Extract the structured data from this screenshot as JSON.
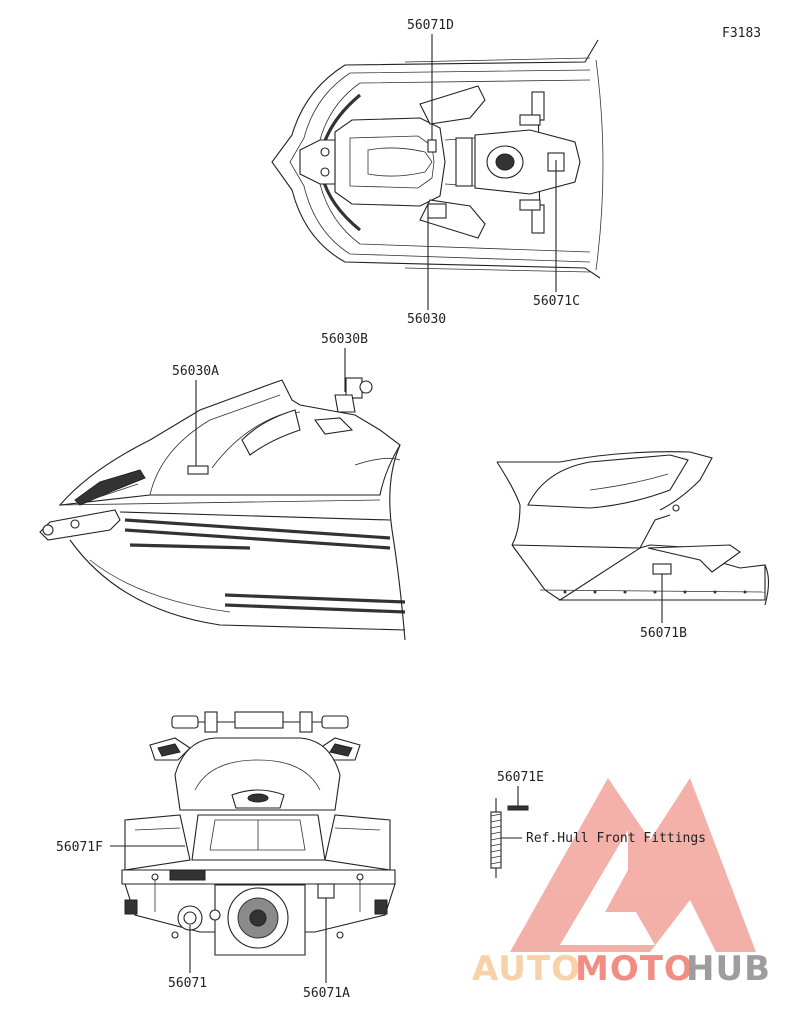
{
  "figure_id": "F3183",
  "callouts": {
    "c56071D": "56071D",
    "c56030": "56030",
    "c56071C": "56071C",
    "c56030B": "56030B",
    "c56030A": "56030A",
    "c56071B": "56071B",
    "c56071E": "56071E",
    "c56071F": "56071F",
    "c56071": "56071",
    "c56071A": "56071A"
  },
  "reference_note": "Ref.Hull Front Fittings",
  "watermark": {
    "part1": "AUTO",
    "part2": "MOTO",
    "part3": "HUB",
    "color_auto": "#f6c99a",
    "color_moto": "#f07a6e",
    "color_hub": "#8d8d8d",
    "triangle_color": "#f2a39b"
  }
}
